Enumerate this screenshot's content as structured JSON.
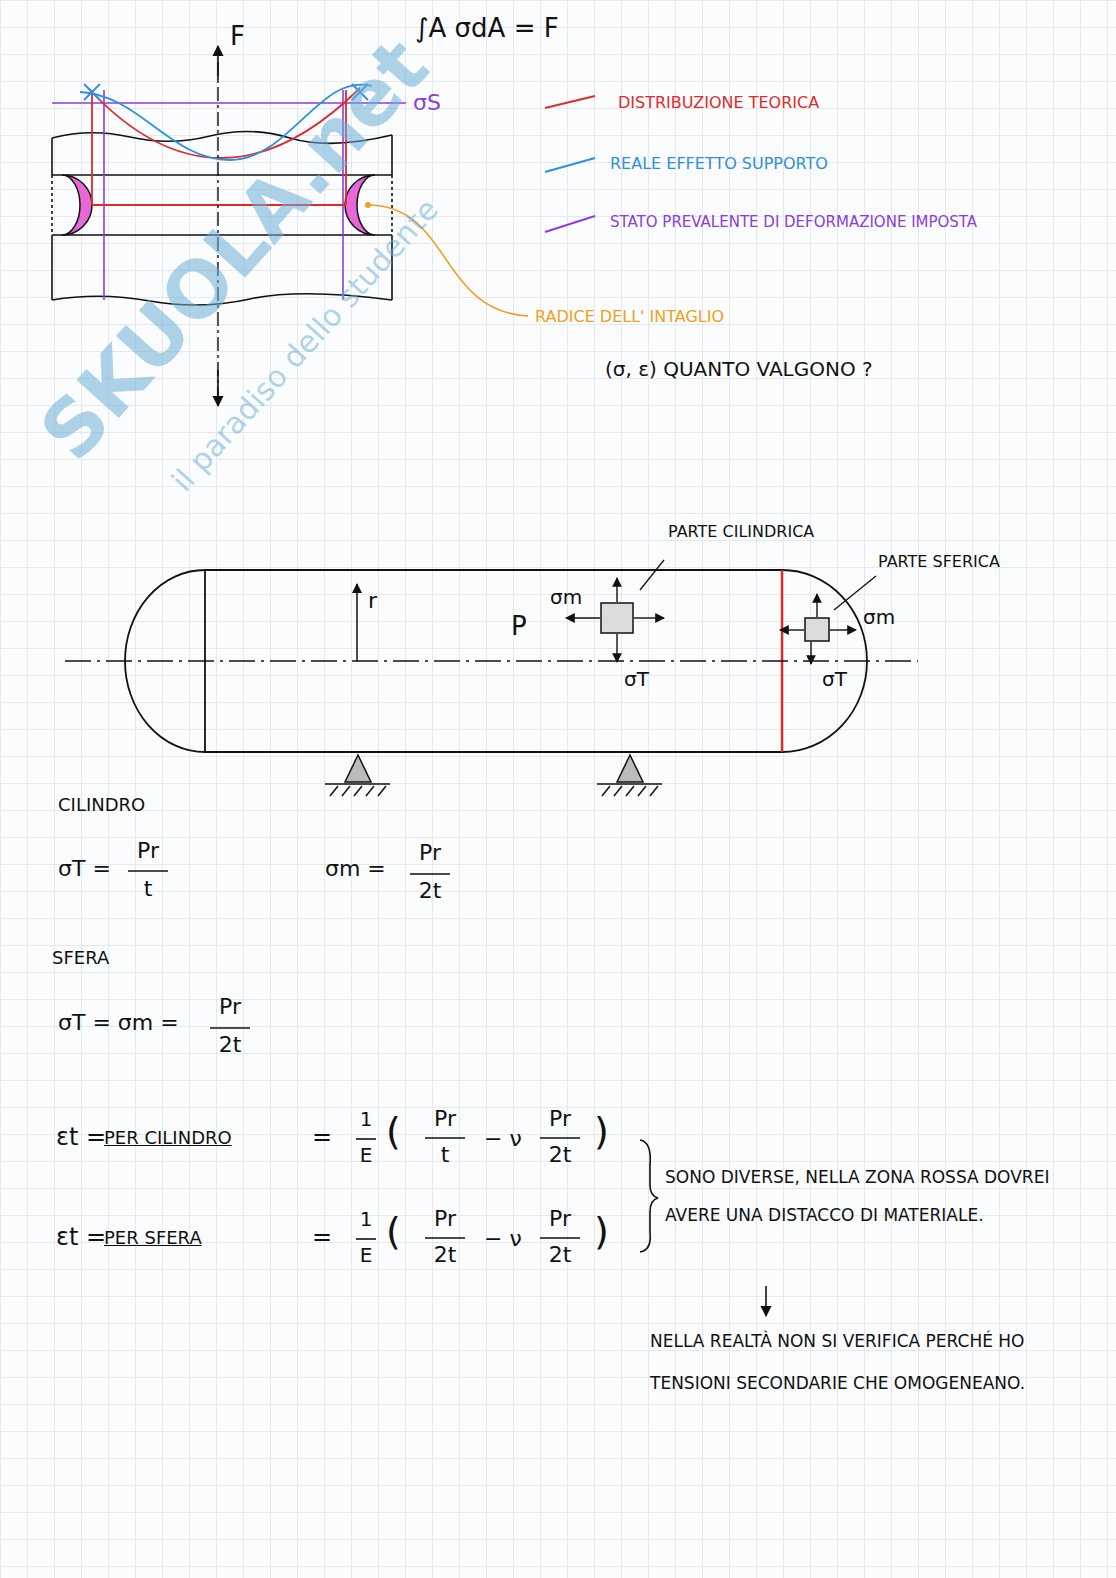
{
  "diagram": {
    "labels": [
      "F",
      "∫A σdA = F",
      "σS",
      "RADICE DELL' INTAGLIO",
      "(σ, ε) QUANTO VALGONO ?",
      "SKUOLA.net",
      "il paradiso dello studente",
      "PARTE CILINDRICA",
      "PARTE SFERICA",
      "r",
      "P",
      "σm",
      "σT",
      "σm",
      "σT",
      "CILINDRO",
      "σT =",
      "Pr",
      "t",
      "σm =",
      "Pr",
      "2t",
      "SFERA",
      "σT = σm =",
      "Pr",
      "2t",
      "εt =",
      "PER CILINDRO",
      "=",
      "1",
      "E",
      "(",
      "Pr",
      "t",
      "− ν",
      "Pr",
      "2t",
      ")",
      "εt =",
      "PER SFERA",
      "=",
      "1",
      "E",
      "(",
      "Pr",
      "2t",
      "− ν",
      "Pr",
      "2t",
      ")",
      "SONO DIVERSE, NELLA ZONA ROSSA DOVREI AVERE UNA DISTACCO DI MATERIALE.",
      "NELLA REALTÀ NON SI VERIFICA PERCHÉ HO TENSIONI SECONDARIE CHE OMOGENEANO."
    ],
    "legend": [
      {
        "text": "DISTRIBUZIONE TEORICA"
      },
      {
        "text": "REALE EFFETTO SUPPORTO"
      },
      {
        "text": "STATO PREVALENTE DI DEFORMAZIONE IMPOSTA"
      }
    ]
  }
}
